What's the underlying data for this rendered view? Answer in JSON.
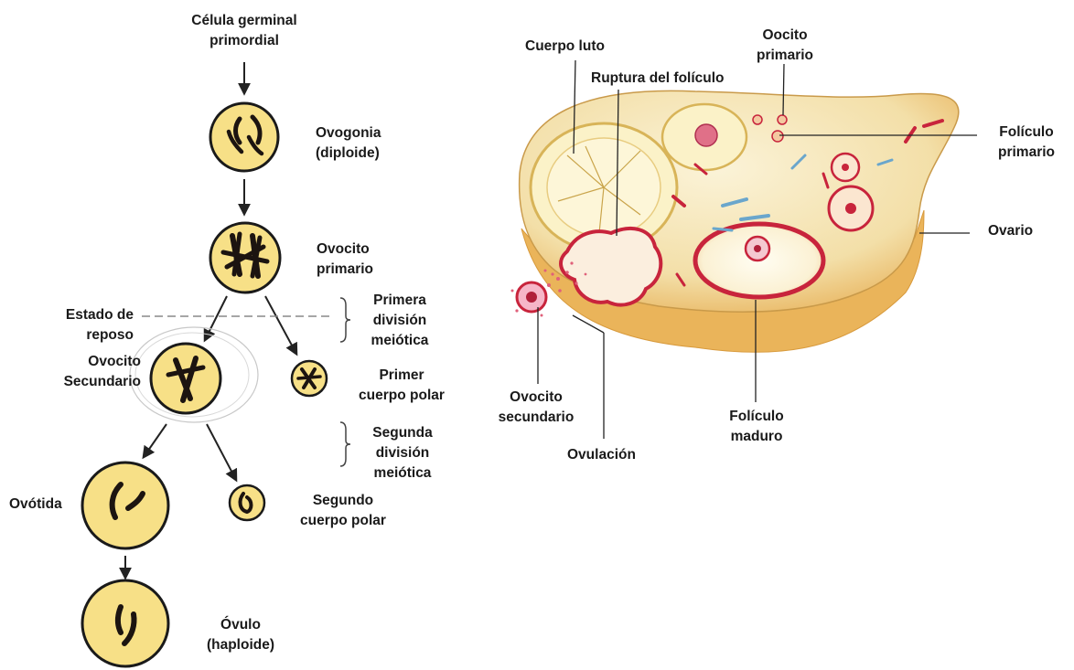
{
  "colors": {
    "cell_fill": "#f7e087",
    "cell_stroke": "#1a1a1a",
    "chromosome": "#1c1410",
    "ovary_light": "#f8ecc4",
    "ovary_dark": "#eab45a",
    "follicle_red": "#c8243c",
    "vessel_blue": "#6aa6cc"
  },
  "oogenesis": {
    "primordial": [
      "Célula germinal",
      "primordial"
    ],
    "oogonia": [
      "Ovogonia",
      "(diploide)"
    ],
    "primary_oocyte": [
      "Ovocito",
      "primario"
    ],
    "resting_state": [
      "Estado de",
      "reposo"
    ],
    "first_division": [
      "Primera",
      "división",
      "meiótica"
    ],
    "secondary_oocyte": [
      "Ovocito",
      "Secundario"
    ],
    "first_polar_body": [
      "Primer",
      "cuerpo polar"
    ],
    "second_division": [
      "Segunda",
      "división",
      "meiótica"
    ],
    "ootid": "Ovótida",
    "second_polar_body": [
      "Segundo",
      "cuerpo polar"
    ],
    "ovum": [
      "Óvulo",
      "(haploide)"
    ]
  },
  "ovary": {
    "corpus_luteum": "Cuerpo luto",
    "primary_oocyte": [
      "Oocito",
      "primario"
    ],
    "follicle_rupture": "Ruptura del folículo",
    "primary_follicle": [
      "Folículo",
      "primario"
    ],
    "ovary": "Ovario",
    "secondary_oocyte": [
      "Ovocito",
      "secundario"
    ],
    "ovulation": "Ovulación",
    "mature_follicle": [
      "Folículo",
      "maduro"
    ]
  }
}
